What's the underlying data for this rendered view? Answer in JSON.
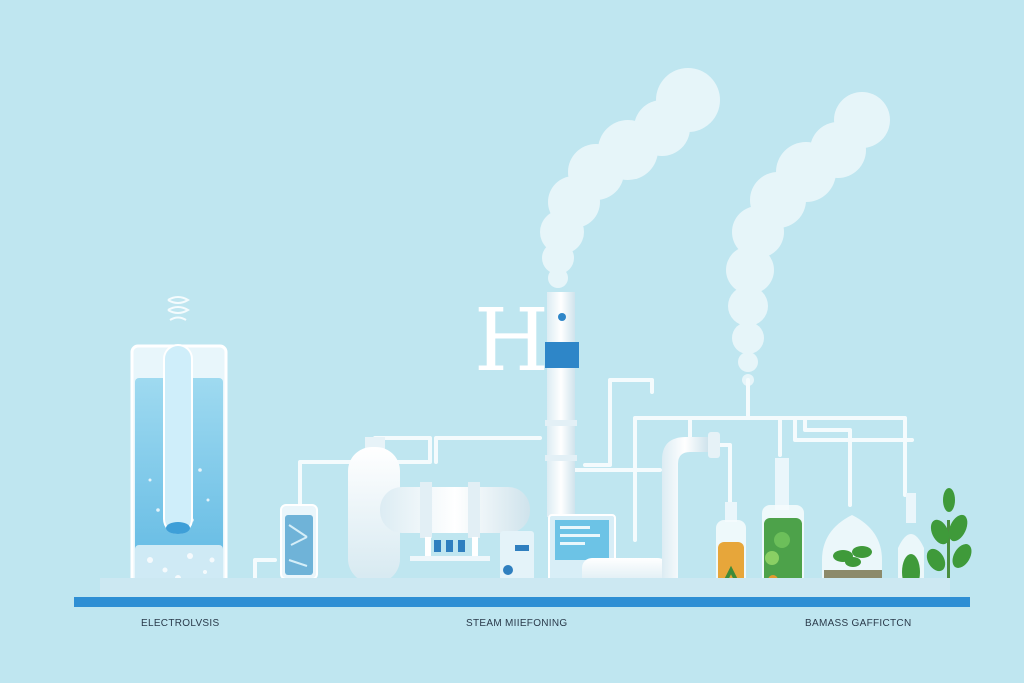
{
  "illustration": {
    "hydrogen_symbol": "H",
    "labels": {
      "electrolysis": "ELECTROLVSIS",
      "steam_reforming": "STEAM MIIEFONING",
      "biomass_gasification": "BAMASS GAFFICTCN"
    }
  },
  "colors": {
    "background": "#bfe6f0",
    "base_bar": "#2e8fd4",
    "water": "#7fcbe8",
    "equipment": "#f2fafd",
    "smoke": "#e9f6fa",
    "plant": "#3f9a3a",
    "oil": "#e39a2f"
  }
}
